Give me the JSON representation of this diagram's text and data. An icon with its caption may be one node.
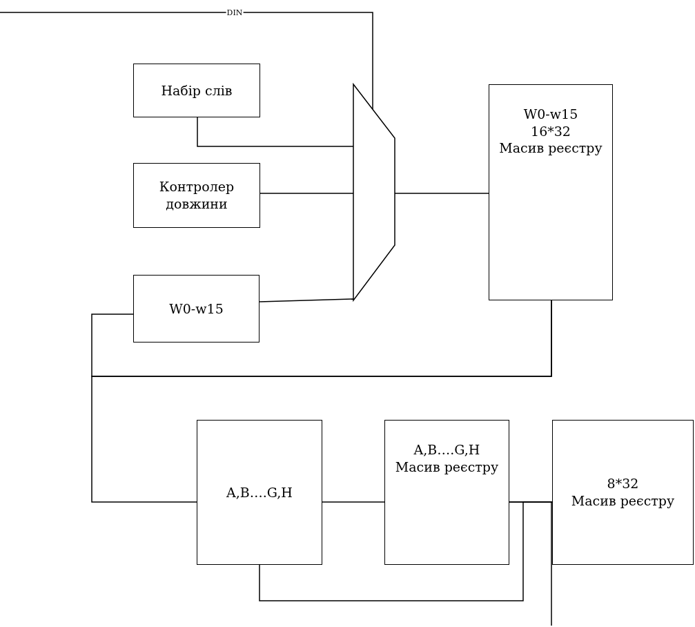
{
  "diagram": {
    "nodes": [
      {
        "text": [
          "Набір слів"
        ]
      },
      {
        "text": [
          "Контролер довжини"
        ]
      },
      {
        "text": [
          "W0-w15"
        ]
      },
      {
        "text": [],
        "shape": "trapezoid"
      },
      {
        "text": [
          "W0-w15",
          "16*32",
          "Масив реєстру"
        ]
      },
      {
        "text": [
          "A,B….G,H"
        ]
      },
      {
        "text": [
          "A,B….G,H",
          "Масив реєстру"
        ]
      },
      {
        "text": [
          "8*32",
          "Масив реєстру"
        ]
      }
    ],
    "edges": [
      {
        "from": null,
        "to": 3,
        "arrow": "none",
        "label": "DIN"
      },
      {
        "from": 0,
        "to": 3,
        "arrow": "none"
      },
      {
        "from": 1,
        "to": 3,
        "arrow": "none"
      },
      {
        "from": 2,
        "to": 3,
        "arrow": "none"
      },
      {
        "from": 3,
        "to": 4,
        "arrow": "none"
      },
      {
        "from": 4,
        "to": 2,
        "arrow": "none"
      },
      {
        "from": 4,
        "to": 5,
        "arrow": "none"
      },
      {
        "from": 5,
        "to": 6,
        "arrow": "none"
      },
      {
        "from": 6,
        "to": 7,
        "arrow": "none"
      },
      {
        "from": 5,
        "to": 7,
        "arrow": "none"
      },
      {
        "from": 6,
        "to": null,
        "arrow": "none"
      }
    ]
  }
}
